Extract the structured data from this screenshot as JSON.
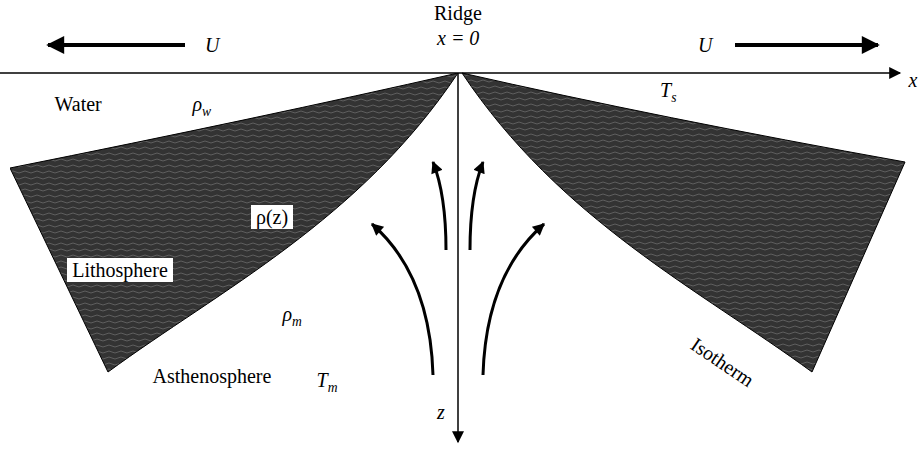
{
  "diagram": {
    "nodes": [
      {
        "text": [
          "ρ(z)",
          "Lithosphere"
        ]
      }
    ],
    "labels": [
      "Ridge",
      "x = 0",
      "U",
      "U",
      "x",
      "Water",
      "ρw",
      "ρm",
      "Asthenosphere",
      "Tm",
      "Ts",
      "Isotherm",
      "z"
    ]
  }
}
